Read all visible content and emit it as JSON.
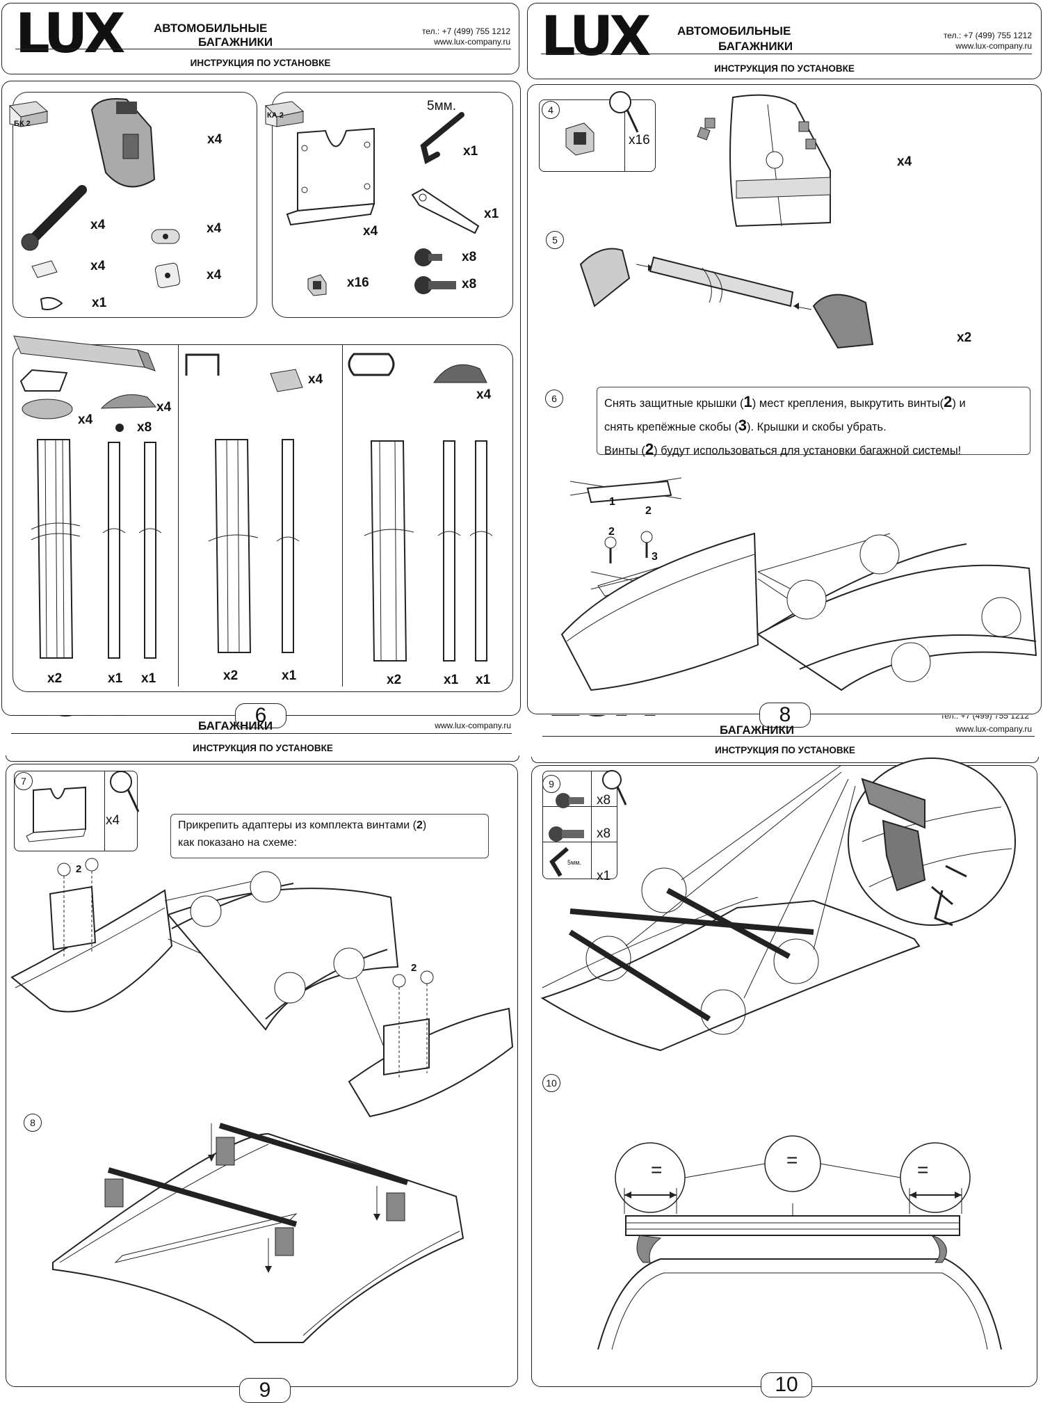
{
  "header": {
    "logo": "LUX",
    "title_line1": "АВТОМОБИЛЬНЫЕ",
    "title_line2": "БАГАЖНИКИ",
    "phone": "тел.: +7 (499) 755 1212",
    "site": "www.lux-company.ru",
    "subtitle": "ИНСТРУКЦИЯ ПО УСТАНОВКЕ",
    "phone_partial": "тел.: +7 (499) 755 1212"
  },
  "pages": {
    "p6": "6",
    "p8": "8",
    "p9": "9",
    "p10": "10"
  },
  "kit1": {
    "box_label": "БК 2",
    "q_foot": "x4",
    "q_bolt": "x4",
    "q_pin": "x4",
    "q_plate": "x4",
    "q_pad": "x4",
    "q_key": "x1"
  },
  "kit2": {
    "box_label": "КА 2",
    "hex_size": "5мм.",
    "q_adapter": "x4",
    "q_hex": "x1",
    "q_wrench": "x1",
    "q_screw1": "x8",
    "q_screw2": "x8",
    "q_nut": "x16"
  },
  "bars": {
    "a_cap1": "x4",
    "a_cap2": "x4",
    "a_screw": "x8",
    "a_q1": "x2",
    "a_q2": "x1",
    "a_q3": "x1",
    "b_cap": "x4",
    "b_q1": "x2",
    "b_q2": "x1",
    "c_cap": "x4",
    "c_q1": "x2",
    "c_q2": "x1",
    "c_q3": "x1"
  },
  "steps": {
    "s4": "4",
    "s4_qty": "x16",
    "s4_foot_qty": "x4",
    "s5": "5",
    "s5_qty": "x2",
    "s6": "6",
    "s6_l1a": "Снять защитные крышки (",
    "s6_n1": "1",
    "s6_l1b": ") мест крепления, выкрутить винты(",
    "s6_n2": "2",
    "s6_l1c": ") и",
    "s6_l2a": "снять крепёжные скобы (",
    "s6_n3": "3",
    "s6_l2b": ").   Крышки и скобы убрать.",
    "s6_l3a": "Винты (",
    "s6_n4": "2",
    "s6_l3b": ") будут использоваться для установки багажной системы!",
    "s6_fig1": "1",
    "s6_fig2a": "2",
    "s6_fig2b": "2",
    "s6_fig3": "3",
    "s7": "7",
    "s7_qty": "x4",
    "s7_l1a": "Прикрепить адаптеры из комплекта винтами (",
    "s7_n": "2",
    "s7_l1b": ")",
    "s7_l2": "как показано на схеме:",
    "s7_fig2a": "2",
    "s7_fig2b": "2",
    "s8": "8",
    "s9": "9",
    "s9_q1": "x8",
    "s9_q2": "x8",
    "s9_q3": "x1",
    "s9_hex": "5мм.",
    "s10": "10",
    "eq": "="
  }
}
